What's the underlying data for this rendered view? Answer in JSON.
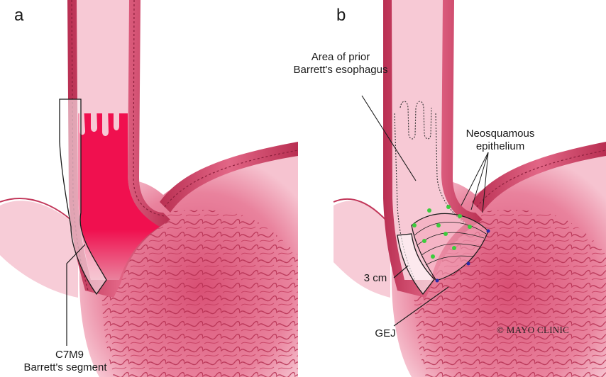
{
  "panels": [
    {
      "letter": "a"
    },
    {
      "letter": "b"
    }
  ],
  "labels": {
    "segment_code": "C7M9",
    "segment_name": "Barrett's segment",
    "prior_area_line1": "Area of prior",
    "prior_area_line2": "Barrett's esophagus",
    "neosquamous_line1": "Neosquamous",
    "neosquamous_line2": "epithelium",
    "length": "3 cm",
    "gej": "GEJ"
  },
  "copyright": "© MAYO CLINIC",
  "colors": {
    "tissue_dark": "#c2375a",
    "tissue_light": "#f4b7c6",
    "lumen": "#f7c9d5",
    "barrett_red": "#f0104f",
    "marker_green": "#3ccc3c",
    "marker_blue": "#2a2aa8"
  }
}
